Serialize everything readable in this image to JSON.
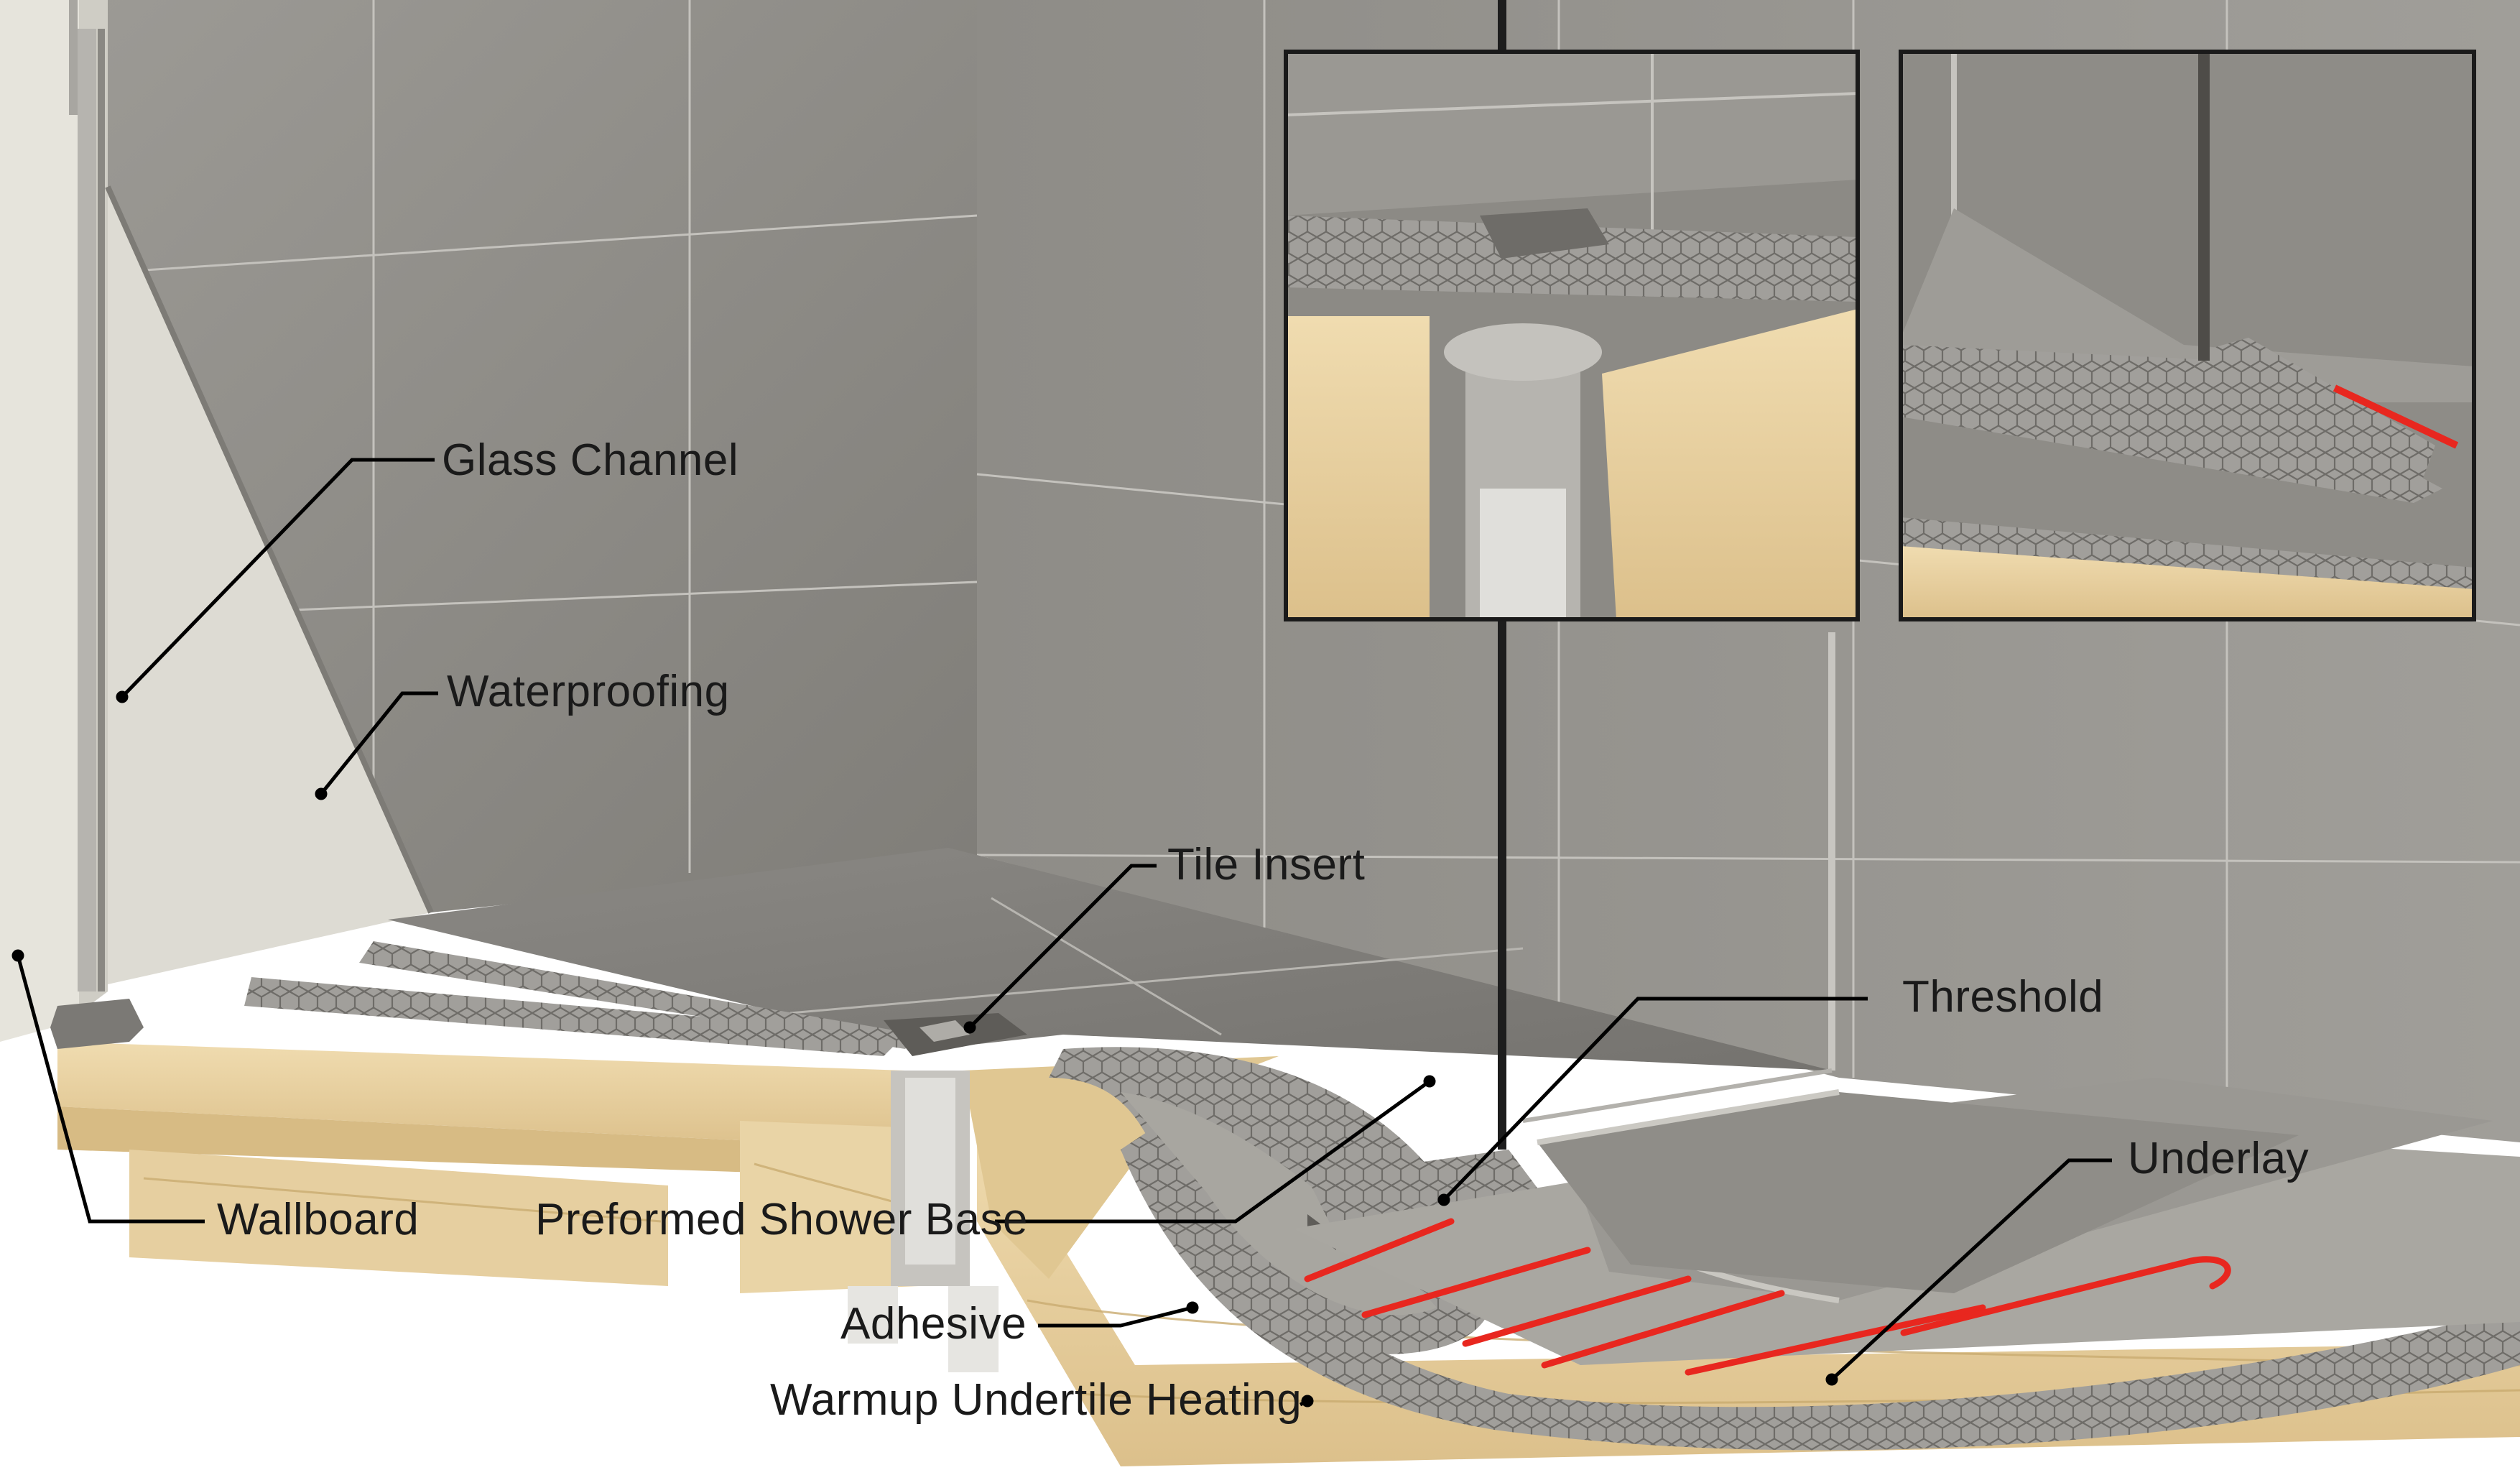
{
  "diagram": {
    "labels": {
      "glass_channel": "Glass Channel",
      "waterproofing": "Waterproofing",
      "tile_insert": "Tile Insert",
      "threshold": "Threshold",
      "underlay": "Underlay",
      "wallboard": "Wallboard",
      "preformed_shower_base": "Preformed Shower Base",
      "adhesive": "Adhesive",
      "warmup_undertile_heating": "Warmup Undertile Heating"
    },
    "colors": {
      "wall_tile": "#8c8a85",
      "wall_tile_light": "#9a9893",
      "grout": "#cfcdc8",
      "floor_tile": "#7f7d79",
      "plywood": "#e6cfa0",
      "plywood_dark": "#cdb07a",
      "hex_mat": "#9d9b97",
      "heating_cable": "#e8271f",
      "wallboard": "#e4e2da",
      "leader_line": "#000000"
    }
  }
}
